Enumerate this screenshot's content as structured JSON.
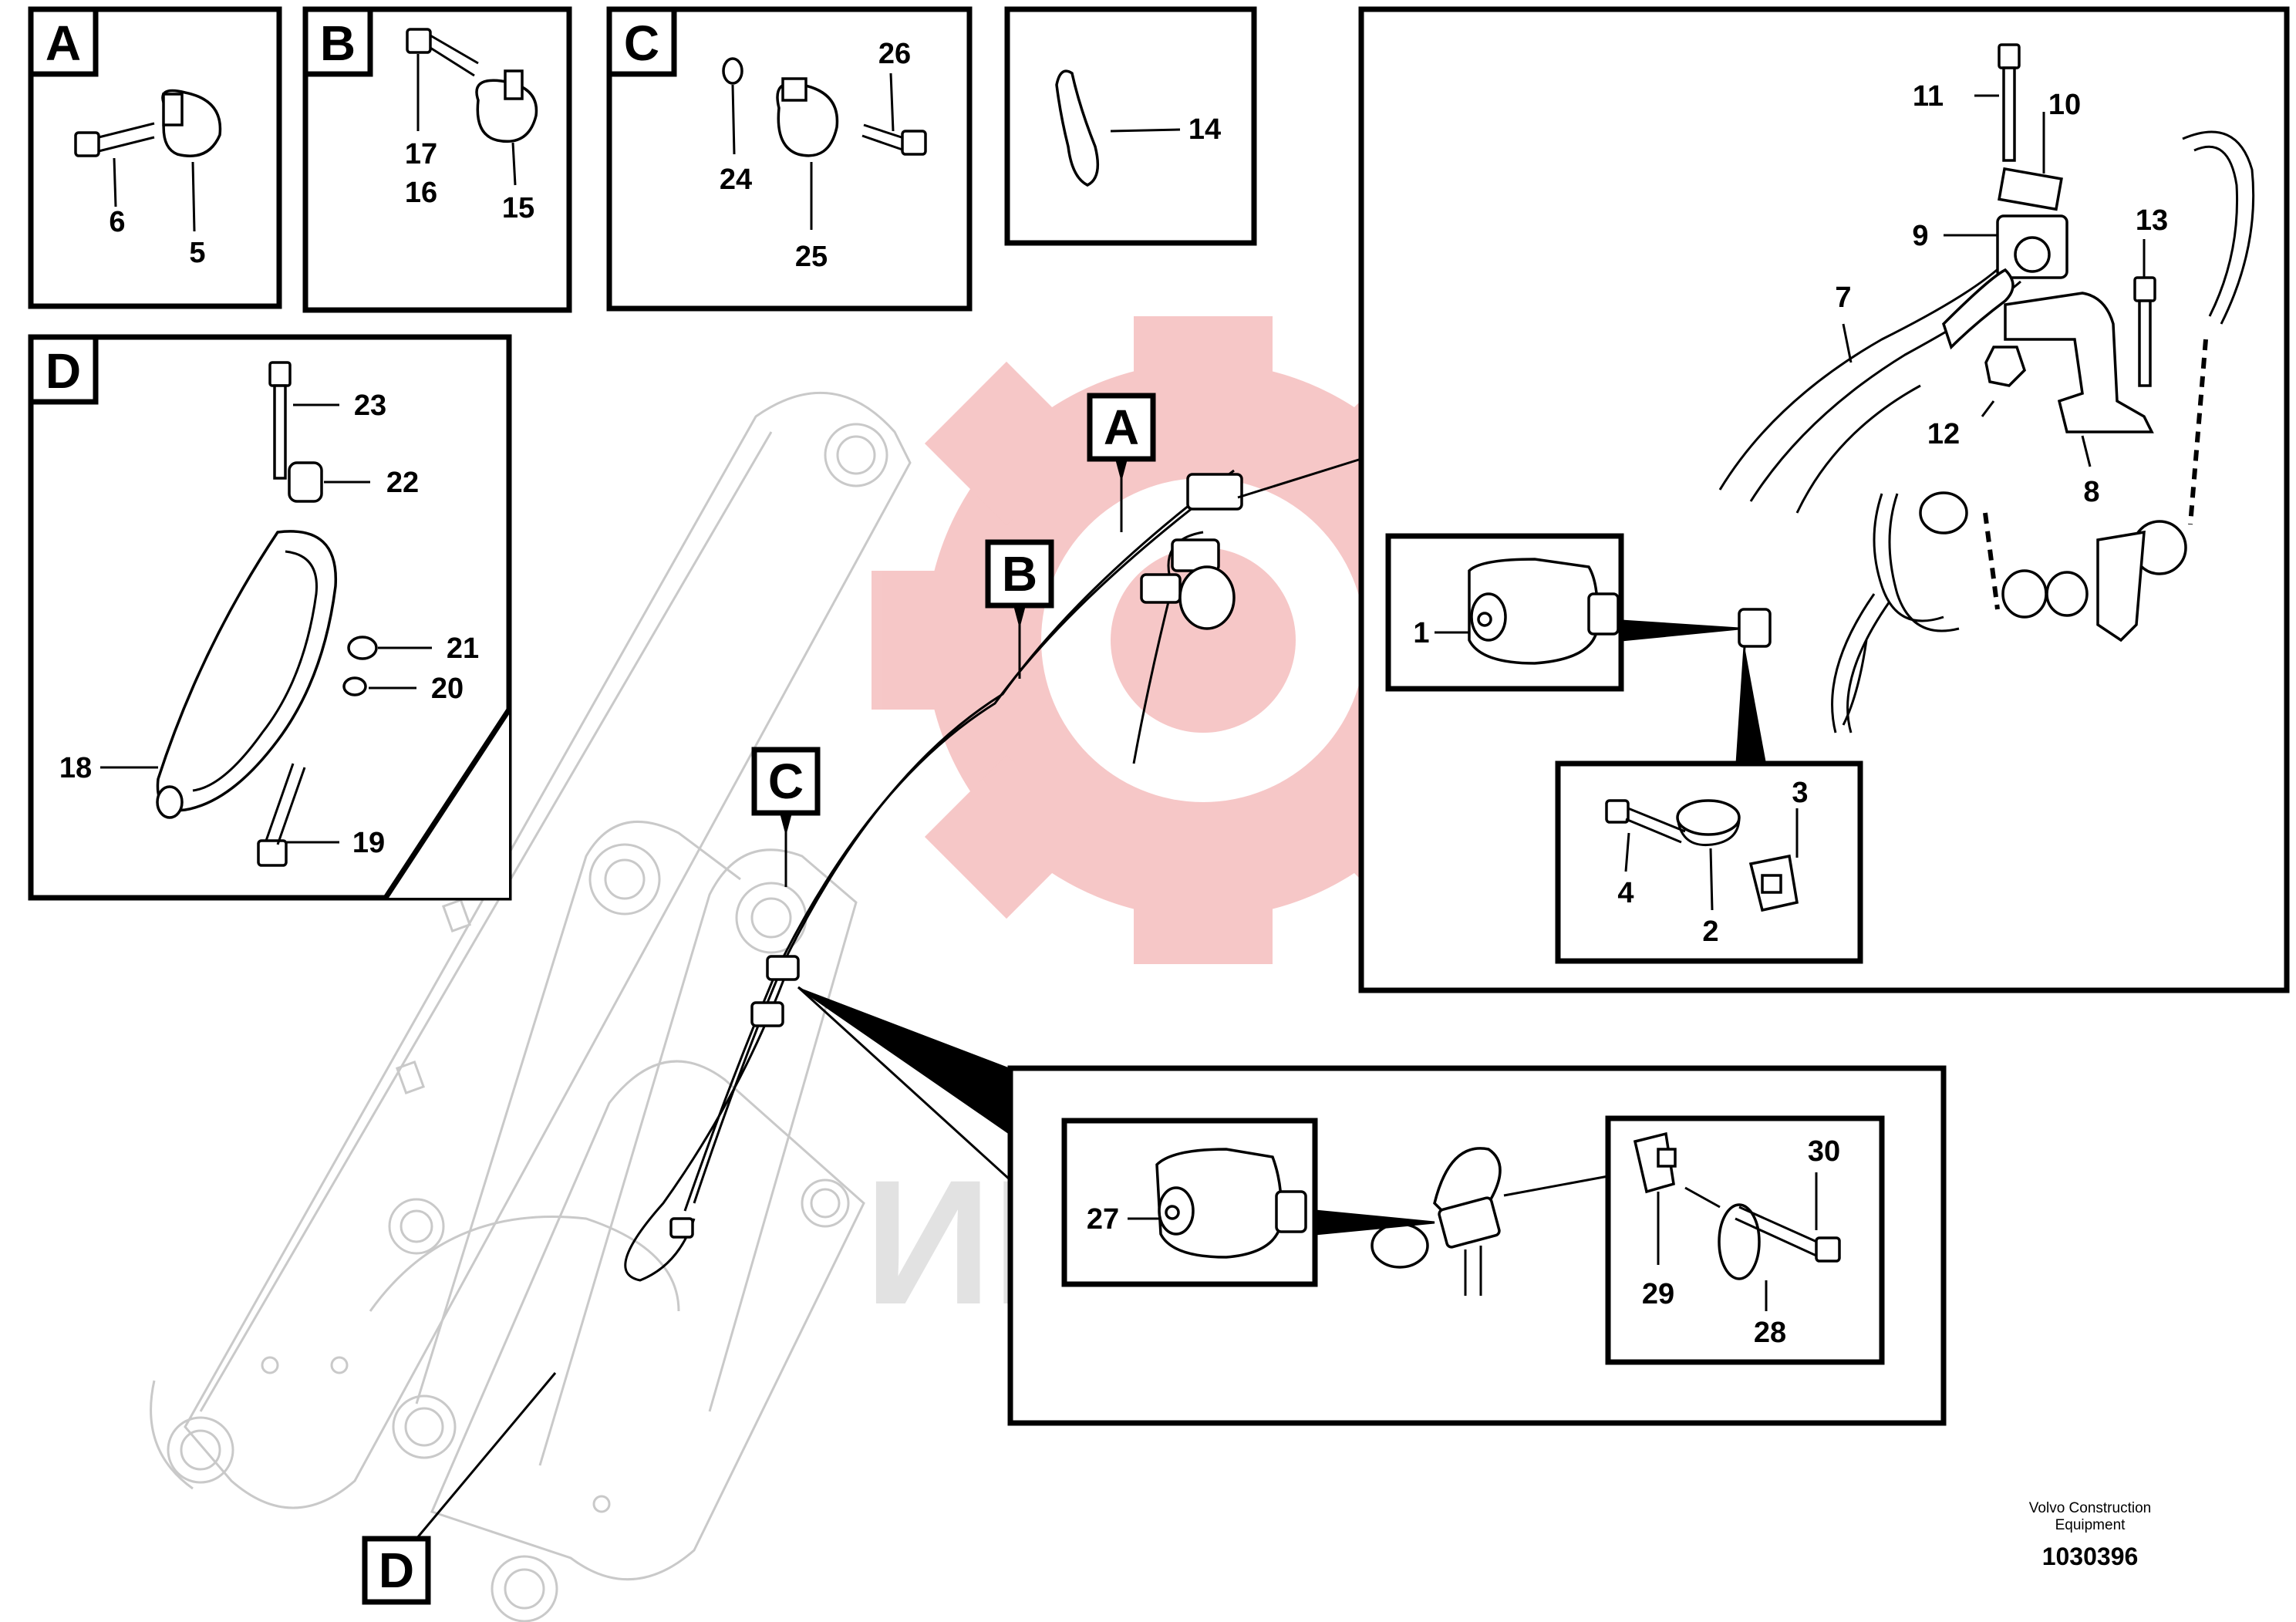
{
  "detail_labels": [
    "A",
    "B",
    "C",
    "D"
  ],
  "callout_labels": [
    "A",
    "B",
    "C",
    "D"
  ],
  "watermark": {
    "text": "ИНТЕХ",
    "color": "#e8a3a3",
    "text_color": "#dcdcdc"
  },
  "parts": {
    "p1": "1",
    "p2": "2",
    "p3": "3",
    "p4": "4",
    "p5": "5",
    "p6": "6",
    "p7": "7",
    "p8": "8",
    "p9": "9",
    "p10": "10",
    "p11": "11",
    "p12": "12",
    "p13": "13",
    "p14": "14",
    "p15": "15",
    "p16": "16",
    "p17": "17",
    "p18": "18",
    "p19": "19",
    "p20": "20",
    "p21": "21",
    "p22": "22",
    "p23": "23",
    "p24": "24",
    "p25": "25",
    "p26": "26",
    "p27": "27",
    "p28": "28",
    "p29": "29",
    "p30": "30"
  },
  "footer": {
    "brand_line1": "Volvo Construction",
    "brand_line2": "Equipment",
    "drawing_number": "1030396"
  }
}
